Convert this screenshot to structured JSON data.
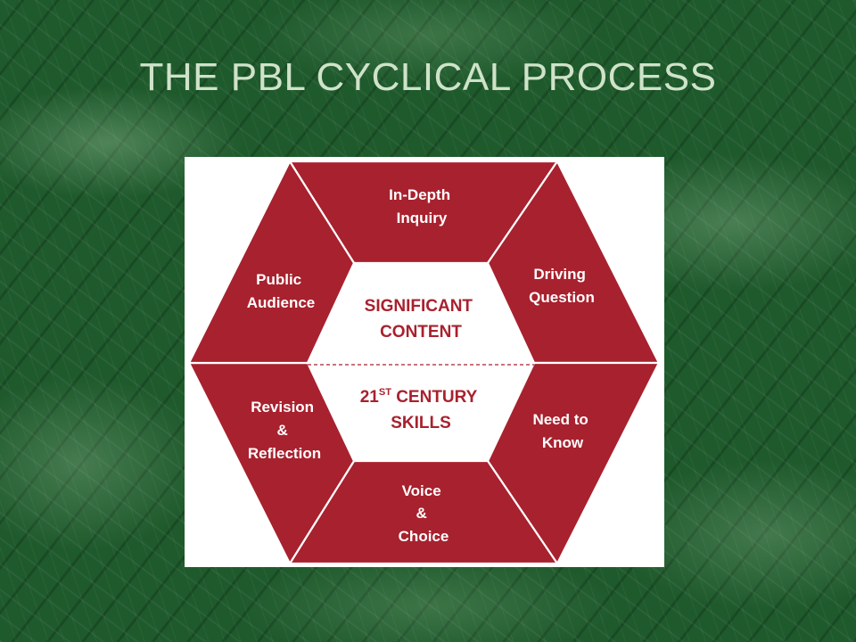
{
  "slide": {
    "title": "THE PBL CYCLICAL PROCESS"
  },
  "diagram": {
    "segments": {
      "top": [
        "In-Depth",
        "Inquiry"
      ],
      "upper_right": [
        "Driving",
        "Question"
      ],
      "lower_right": [
        "Need to",
        "Know"
      ],
      "bottom": [
        "Voice",
        "&",
        "Choice"
      ],
      "lower_left": [
        "Revision",
        "&",
        "Reflection"
      ],
      "upper_left": [
        "Public",
        "Audience"
      ]
    },
    "center": {
      "upper": [
        "SIGNIFICANT",
        "CONTENT"
      ],
      "lower_line1_main": "21",
      "lower_line1_super": "ST",
      "lower_line1_rest": "CENTURY",
      "lower_line2": "SKILLS"
    },
    "colors": {
      "segment": "#a8212e",
      "center_text": "#a8212e",
      "title": "#cfe3c9"
    }
  }
}
